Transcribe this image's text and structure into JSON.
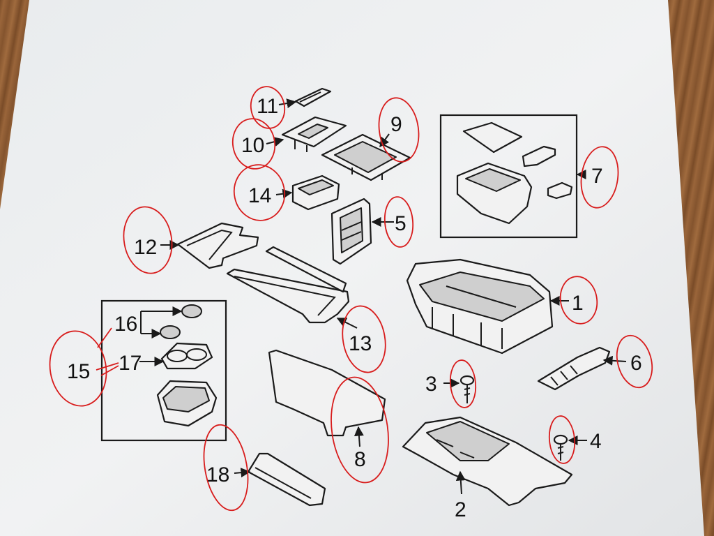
{
  "labels": {
    "l1": "1",
    "l2": "2",
    "l3": "3",
    "l4": "4",
    "l5": "5",
    "l6": "6",
    "l7": "7",
    "l8": "8",
    "l9": "9",
    "l10": "10",
    "l11": "11",
    "l12": "12",
    "l13": "13",
    "l14": "14",
    "l15": "15",
    "l16": "16",
    "l17": "17",
    "l18": "18"
  },
  "colors": {
    "ink": "#1a1a1a",
    "red_circle": "#d81c1c",
    "paper": "#eef0f1",
    "wood": "#8a5a32"
  }
}
